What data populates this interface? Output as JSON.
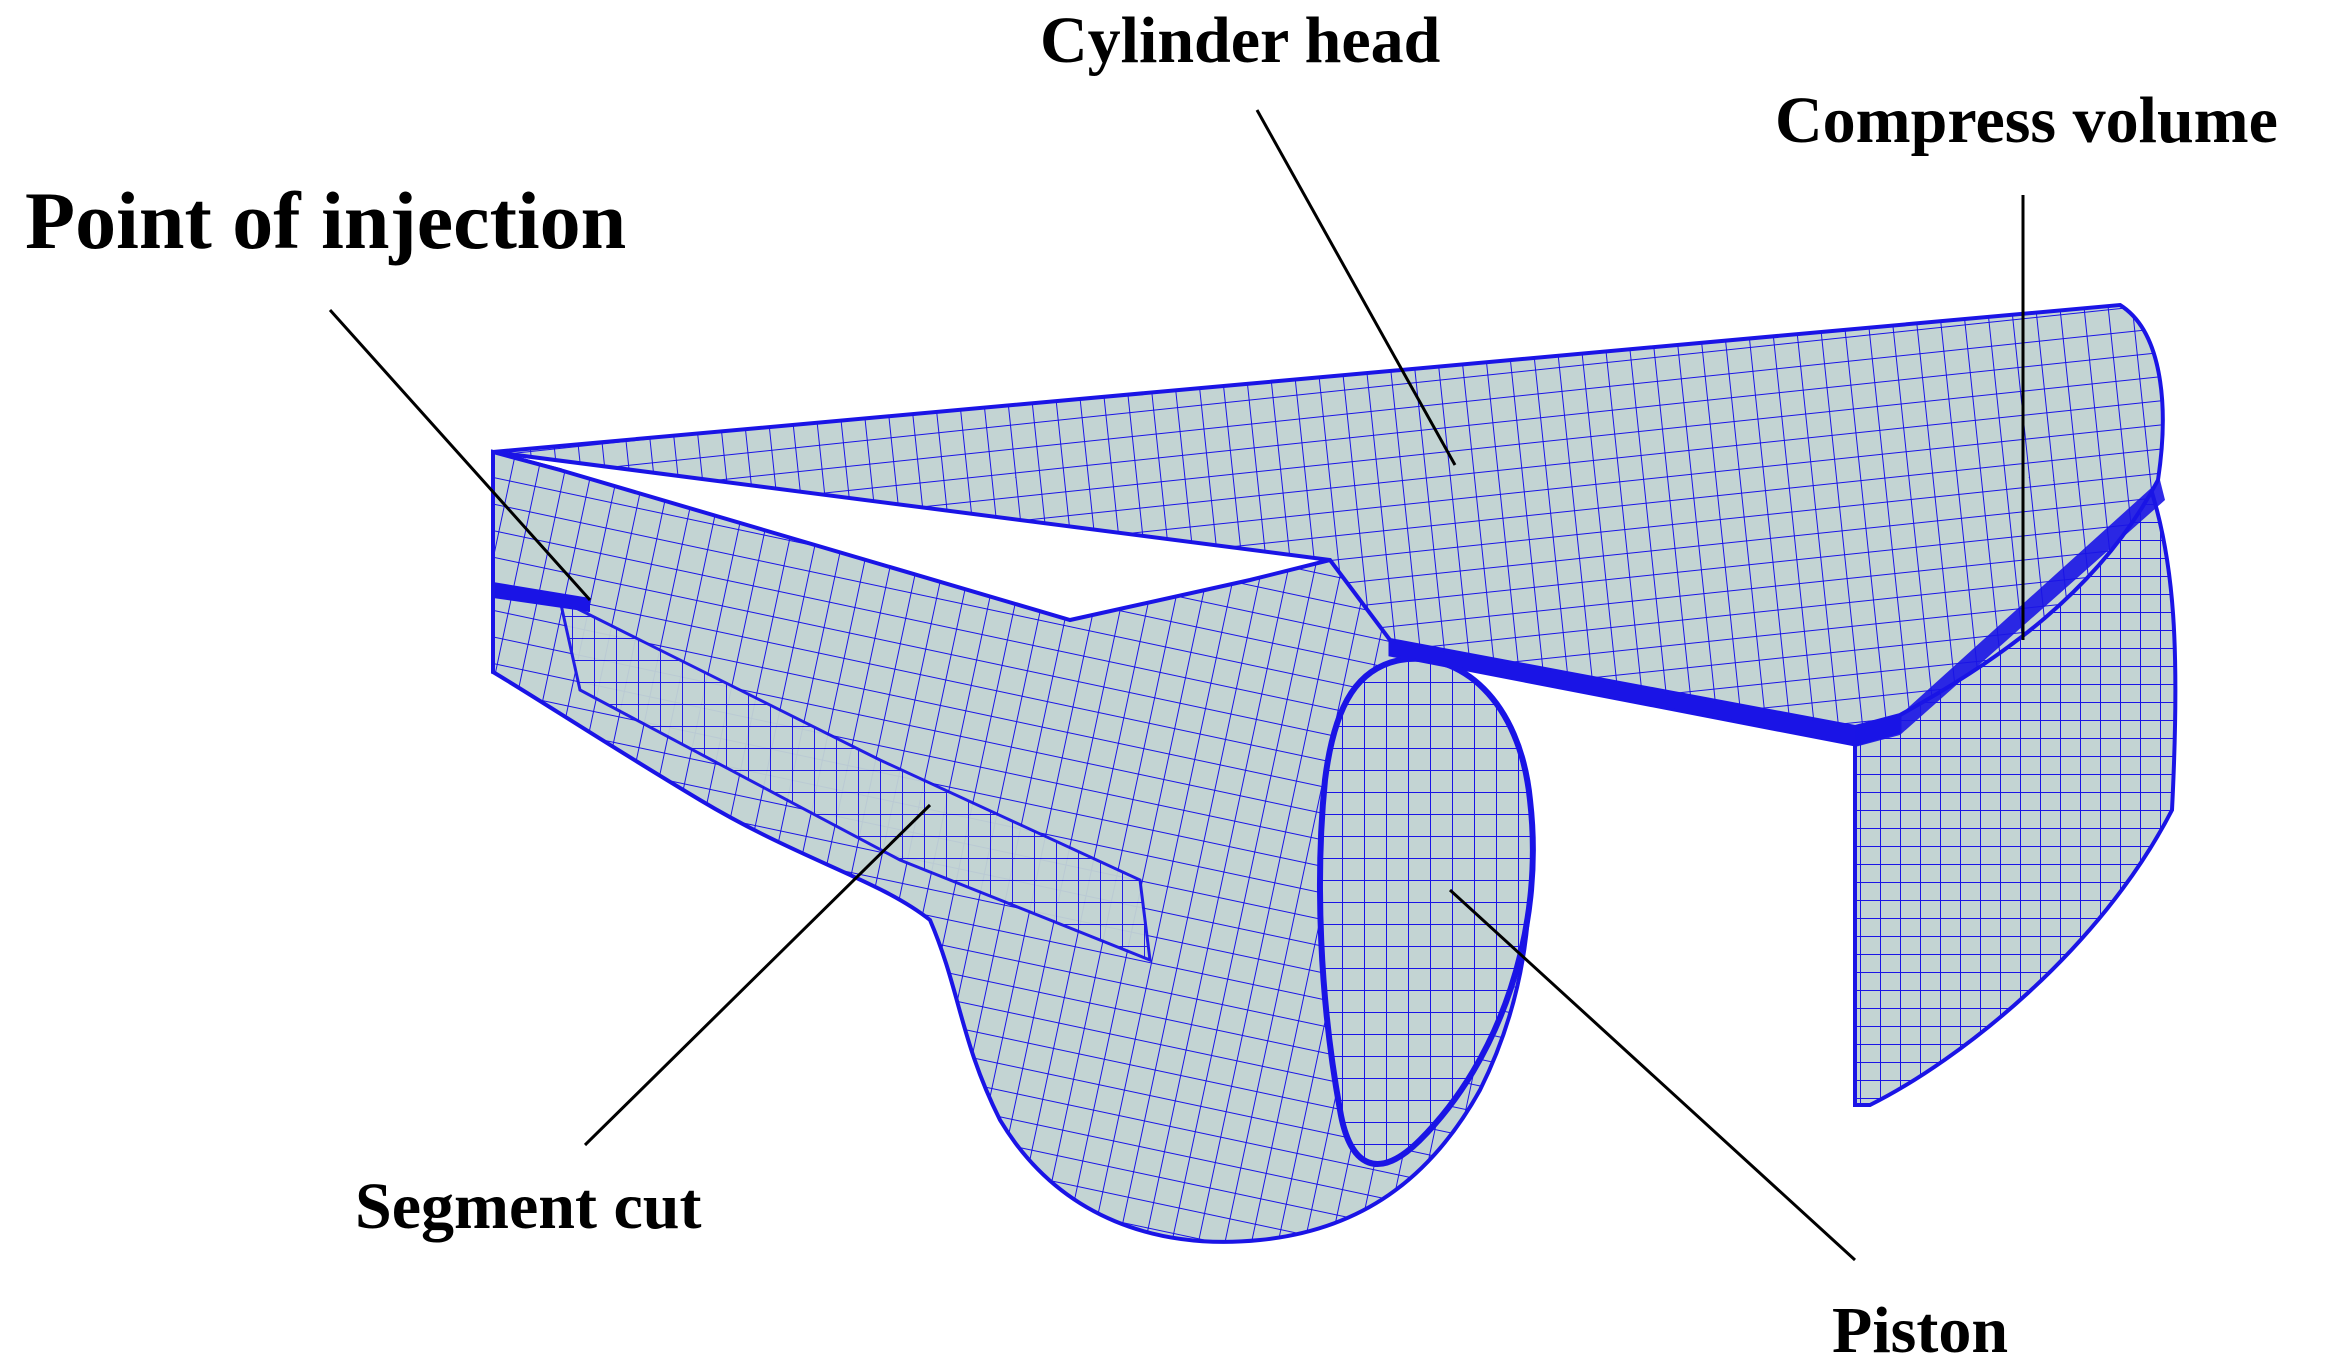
{
  "labels": {
    "cylinder_head": "Cylinder head",
    "compress_volume": "Compress volume",
    "point_of_injection": "Point of injection",
    "segment_cut": "Segment cut",
    "piston": "Piston"
  },
  "colors": {
    "mesh_face": "#c3d4d3",
    "mesh_line": "#1a14e6",
    "leader_line": "#000000",
    "text": "#000000",
    "background": "#ffffff"
  }
}
